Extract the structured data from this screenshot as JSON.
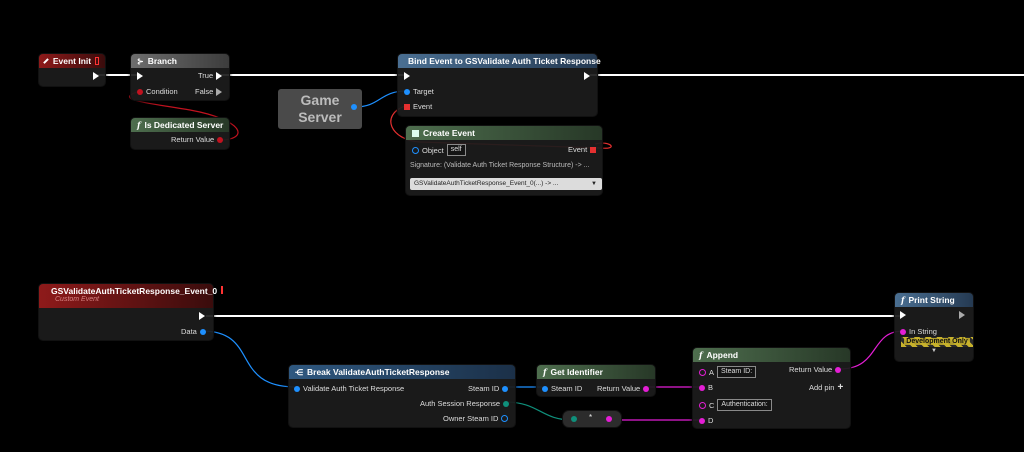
{
  "nodes": {
    "event_init": {
      "title": "Event Init"
    },
    "branch": {
      "title": "Branch",
      "true_label": "True",
      "false_label": "False",
      "condition_label": "Condition"
    },
    "is_dedicated": {
      "title": "Is Dedicated Server",
      "return_label": "Return Value"
    },
    "comment": {
      "line1": "Game",
      "line2": "Server"
    },
    "bind_event": {
      "title": "Bind Event to GSValidate Auth Ticket Response",
      "target_label": "Target",
      "event_label": "Event"
    },
    "create_event": {
      "title": "Create Event",
      "object_label": "Object",
      "object_value": "self",
      "event_label": "Event",
      "signature": "Signature: (Validate Auth Ticket Response Structure) -> ...",
      "selected_function": "GSValidateAuthTicketResponse_Event_0(...) -> ..."
    },
    "custom_event": {
      "title": "GSValidateAuthTicketResponse_Event_0",
      "subtitle": "Custom Event",
      "data_label": "Data"
    },
    "break_struct": {
      "title": "Break ValidateAuthTicketResponse",
      "input_label": "Validate Auth Ticket Response",
      "steam_id_label": "Steam ID",
      "auth_label": "Auth Session Response",
      "owner_label": "Owner Steam ID"
    },
    "get_identifier": {
      "title": "Get Identifier",
      "steam_id_label": "Steam ID",
      "return_label": "Return Value"
    },
    "append": {
      "title": "Append",
      "a_label": "A",
      "a_value": "Steam ID:",
      "b_label": "B",
      "c_label": "C",
      "c_value": "Authentication:",
      "d_label": "D",
      "return_label": "Return Value",
      "add_pin_label": "Add pin"
    },
    "reroute": {
      "label": "*"
    },
    "print_string": {
      "title": "Print String",
      "in_string_label": "In String",
      "dev_label": "Development Only"
    }
  },
  "colors": {
    "exec": "#ffffff",
    "bool": "#c1121f",
    "object": "#1e90ff",
    "string": "#e41ed5",
    "enum": "#0f8f7b",
    "delegate": "#e53030"
  }
}
